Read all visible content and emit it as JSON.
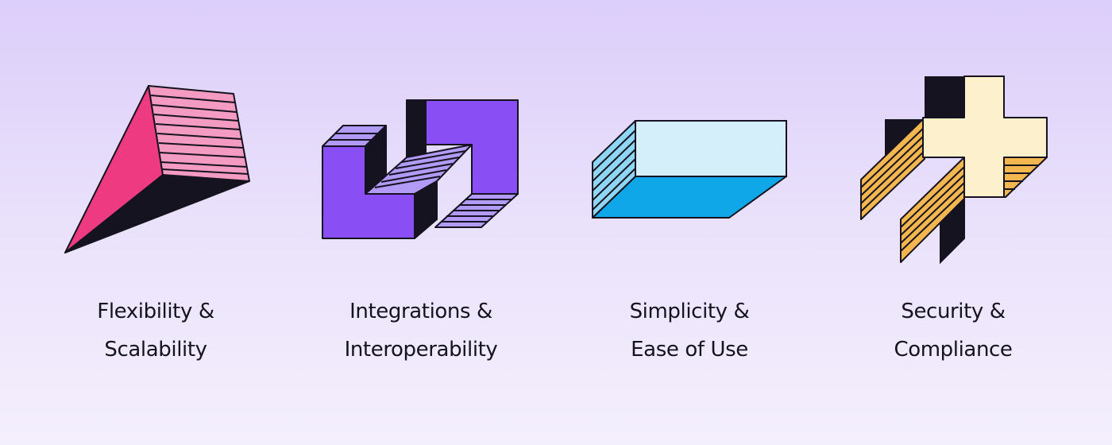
{
  "features": [
    {
      "icon": "striped-wedge-icon",
      "line1": "Flexibility &",
      "line2": "Scalability",
      "accent": "#ee3a80"
    },
    {
      "icon": "interlocking-blocks-icon",
      "line1": "Integrations &",
      "line2": "Interoperability",
      "accent": "#8a4ef5"
    },
    {
      "icon": "flat-box-icon",
      "line1": "Simplicity &",
      "line2": "Ease of Use",
      "accent": "#10a7e8"
    },
    {
      "icon": "plus-cross-icon",
      "line1": "Security &",
      "line2": "Compliance",
      "accent": "#f4b64e"
    }
  ],
  "colors": {
    "background_top": "#dccefa",
    "background_bottom": "#f4effd",
    "outline": "#15131f"
  }
}
